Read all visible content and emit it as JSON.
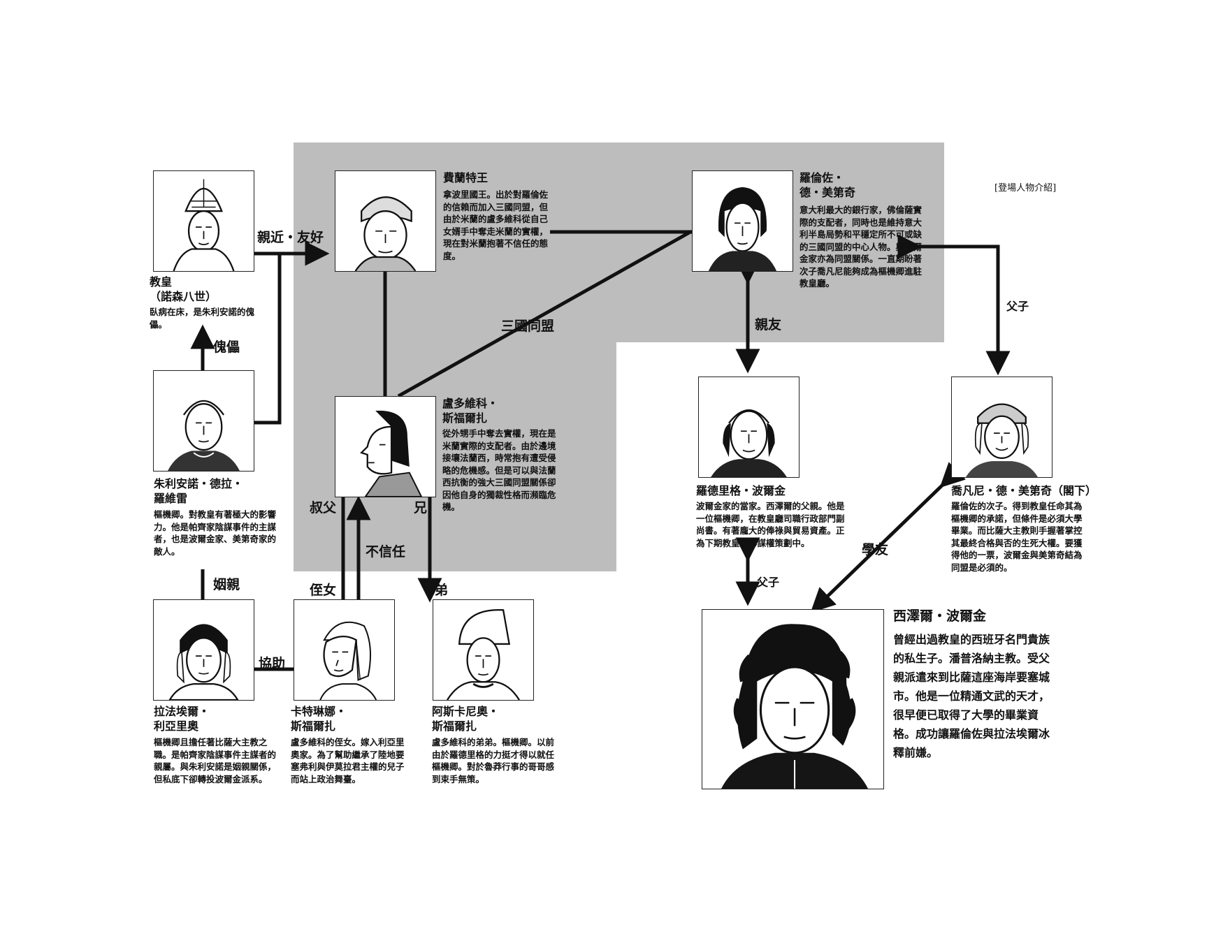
{
  "header_tag": "[登場人物介紹]",
  "characters": {
    "pope": {
      "name": "教皇\n（諾森八世）",
      "desc": "臥病在床，是朱利安諾的傀儡。"
    },
    "ferrante": {
      "name": "費蘭特王",
      "desc": "拿波里國王。出於對羅倫佐的信賴而加入三國同盟，但由於米蘭的盧多維科從自己女婿手中奪走米蘭的實權，現在對米蘭抱著不信任的態度。"
    },
    "lorenzo": {
      "name": "羅倫佐・\n德・美第奇",
      "desc": "意大利最大的銀行家，佛倫薩實際的支配者，同時也是維持意大利半島局勢和平穩定所不可或缺的三國同盟的中心人物。與波爾金家亦為同盟關係。一直期盼著次子喬凡尼能夠成為樞機卿進駐教皇廳。"
    },
    "giuliano": {
      "name": "朱利安諾・德拉・\n羅維雷",
      "desc": "樞機卿。對教皇有著極大的影響力。他是帕齊家陰謀事件的主謀者，也是波爾金家、美第奇家的敵人。"
    },
    "ludovico": {
      "name": "盧多維科・\n斯福爾扎",
      "desc": "從外甥手中奪去實權，現在是米蘭實際的支配者。由於邊境接壤法蘭西，時常抱有遭受侵略的危機感。但是可以與法蘭西抗衡的強大三國同盟關係卻因他自身的獨裁性格而瀕臨危機。"
    },
    "rodrigo": {
      "name": "羅德里格・波爾金",
      "desc": "波爾金家的當家。西澤爾的父親。他是一位樞機卿，在教皇廳司職行政部門副尚書。有著龐大的俸祿與貿易資產。正為下期教皇選舉謀權策劃中。"
    },
    "giovanni": {
      "name": "喬凡尼・德・美第奇（閣下）",
      "desc": "羅倫佐的次子。得到教皇任命其為樞機卿的承諾，但條件是必須大學畢業。而比薩大主教則手握著掌控其最終合格與否的生死大權。要獲得他的一票，波爾金與美第奇結為同盟是必須的。"
    },
    "raffaele": {
      "name": "拉法埃爾・\n利亞里奧",
      "desc": "樞機卿且擔任著比薩大主教之職。是帕齊家陰謀事件主謀者的親屬。與朱利安諾是姻親關係，但私底下卻轉投波爾金派系。"
    },
    "caterina": {
      "name": "卡特琳娜・\n斯福爾扎",
      "desc": "盧多維科的侄女。嫁入利亞里奧家。為了幫助繼承了陸地要塞弗利與伊莫拉君主權的兒子而站上政治舞臺。"
    },
    "ascanio": {
      "name": "阿斯卡尼奧・\n斯福爾扎",
      "desc": "盧多維科的弟弟。樞機卿。以前由於羅德里格的力挺才得以就任樞機卿。對於魯莽行事的哥哥感到束手無策。"
    },
    "cesare": {
      "name": "西澤爾・波爾金",
      "desc": "曾經出過教皇的西班牙名門貴族的私生子。潘普洛納主教。受父親派遣來到比薩這座海岸要塞城市。他是一位精通文武的天才，很早便已取得了大學的畢業資格。成功讓羅倫佐與拉法埃爾冰釋前嫌。"
    }
  },
  "relations": {
    "intimate_friendly": "親近・友好",
    "puppet": "傀儡",
    "triple_alliance": "三國同盟",
    "close_friend": "親友",
    "father_son_1": "父子",
    "father_son_2": "父子",
    "school_friend": "學友",
    "uncle": "叔父",
    "distrust": "不信任",
    "elder_brother": "兄",
    "niece": "侄女",
    "younger_brother": "弟",
    "in_law": "姻親",
    "assist": "協助"
  },
  "colors": {
    "panel": "#bdbdbd",
    "ink": "#111111"
  },
  "icons": {
    "pope": "pope-portrait-icon",
    "ferrante": "king-portrait-icon",
    "lorenzo": "lorenzo-portrait-icon",
    "giuliano": "cardinal-portrait-icon",
    "ludovico": "profile-portrait-icon",
    "rodrigo": "rodrigo-portrait-icon",
    "giovanni": "young-portrait-icon",
    "raffaele": "raffaele-portrait-icon",
    "caterina": "lady-portrait-icon",
    "ascanio": "ascanio-portrait-icon",
    "cesare": "cesare-portrait-icon"
  }
}
